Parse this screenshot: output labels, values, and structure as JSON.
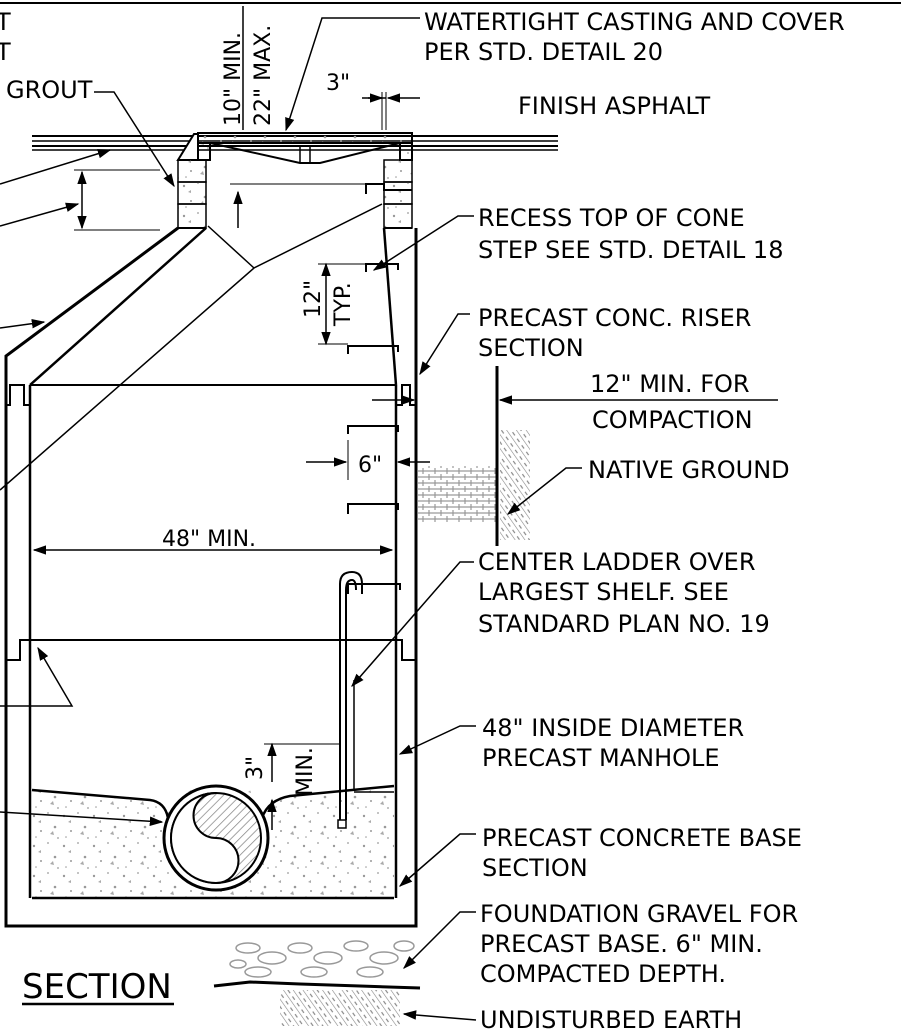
{
  "drawing": {
    "title": "SECTION",
    "colors": {
      "ink": "#000000",
      "paper": "#ffffff",
      "hatch": "#888888",
      "aggregate": "#999999"
    },
    "callouts": {
      "casting": [
        "WATERTIGHT CASTING AND COVER",
        "PER STD. DETAIL 20"
      ],
      "asphalt": [
        "FINISH ASPHALT"
      ],
      "recess": [
        "RECESS TOP OF CONE",
        "STEP SEE STD. DETAIL  18"
      ],
      "riser": [
        "PRECAST CONC. RISER",
        "SECTION"
      ],
      "compaction": [
        "12\" MIN. FOR",
        "COMPACTION"
      ],
      "native": [
        "NATIVE GROUND"
      ],
      "ladder": [
        "CENTER LADDER OVER",
        "LARGEST SHELF. SEE",
        "STANDARD PLAN NO. 19"
      ],
      "diameter": [
        "48\" INSIDE DIAMETER",
        "PRECAST MANHOLE"
      ],
      "base": [
        "PRECAST CONCRETE BASE",
        "SECTION"
      ],
      "gravel": [
        "FOUNDATION GRAVEL FOR",
        "PRECAST BASE. 6\" MIN.",
        "COMPACTED DEPTH."
      ],
      "earth": [
        "UNDISTURBED EARTH"
      ],
      "grout": "GROUT",
      "partial_a": "T",
      "partial_b": "T"
    },
    "dimensions": {
      "min10": "10\" MIN.",
      "max22": "22\" MAX.",
      "three_top": "3\"",
      "twelve": "12\"",
      "typ": "TYP.",
      "six": "6\"",
      "inside_min": "48\" MIN.",
      "three_bot": "3\"",
      "min_bot": "MIN."
    }
  }
}
